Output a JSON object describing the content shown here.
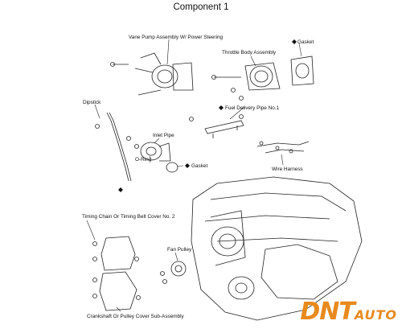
{
  "title": "Component 1",
  "labels": {
    "vane_pump": "Vane Pump Assembly W/ Power Steering",
    "gasket_top": "Gasket",
    "throttle_body": "Throttle Body Assembly",
    "dipstick": "Dipstick",
    "fuel_delivery": "Fuel Delivery Pipe No.1",
    "inlet_pipe": "Inlet Pipe",
    "o_ring": "O-Ring",
    "gasket_mid": "Gasket",
    "wire_harness": "Wire Harness",
    "timing_cover": "Timing Chain Or Timing Belt Cover No. 2",
    "fan_pulley": "Fan Pulley",
    "crank_cover": "Crankshaft Or Pulley Cover Sub-Assembly"
  },
  "logo": {
    "main": "DNT",
    "sub": "AUTO"
  }
}
